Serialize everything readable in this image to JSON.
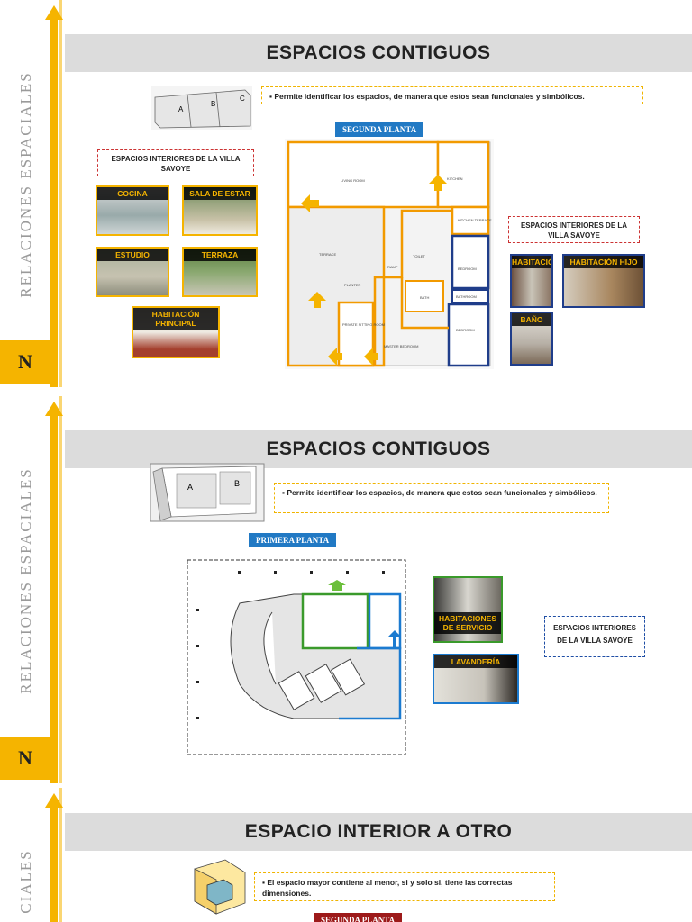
{
  "rail": {
    "text": "RELACIONES ESPACIALES",
    "logo": "N"
  },
  "slides": [
    {
      "title": "ESPACIOS  CONTIGUOS",
      "note": "Permite identificar los espacios, de manera que estos sean funcionales y simbólicos.",
      "diagram_labels": [
        "A",
        "B",
        "C"
      ],
      "plan_tag": "SEGUNDA PLANTA",
      "left_box": "ESPACIOS INTERIORES DE LA VILLA SAVOYE",
      "right_box": "ESPACIOS INTERIORES DE LA VILLA SAVOYE",
      "photos_left": [
        "COCINA",
        "SALA DE ESTAR",
        "ESTUDIO",
        "TERRAZA",
        "HABITACIÓN PRINCIPAL"
      ],
      "photos_right": [
        "HABITACIÓN",
        "HABITACIÓN HIJO",
        "BAÑO"
      ],
      "plan_labels": [
        "LIVING ROOM",
        "KITCHEN",
        "KITCHEN TERRACE",
        "TERRACE",
        "RAMP",
        "TOILET",
        "BEDROOM",
        "BATHROOM",
        "PLANTER",
        "BATH",
        "PRIVATE SITTING ROOM",
        "MASTER BEDROOM",
        "BEDROOM"
      ]
    },
    {
      "title": "ESPACIOS  CONTIGUOS",
      "note": "Permite identificar los espacios, de manera que estos sean funcionales y simbólicos.",
      "diagram_labels": [
        "A",
        "B"
      ],
      "plan_tag": "PRIMERA PLANTA",
      "right_box": "ESPACIOS INTERIORES DE LA VILLA SAVOYE",
      "photos": [
        "HABITACIONES DE SERVICIO",
        "LAVANDERÍA"
      ]
    },
    {
      "title": "ESPACIO INTERIOR A OTRO",
      "note": "El espacio mayor contiene al menor, si y solo si, tiene las correctas dimensiones.",
      "plan_tag": "SEGUNDA PLANTA",
      "rail_text": "CIALES"
    }
  ]
}
